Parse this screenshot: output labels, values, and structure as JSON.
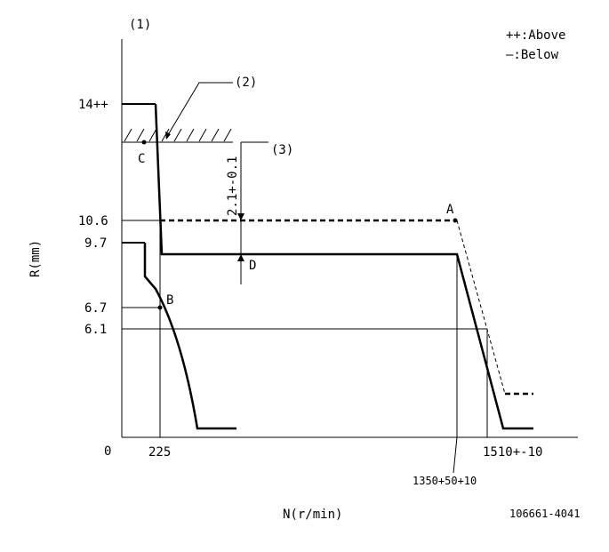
{
  "legend": {
    "above": "++:Above",
    "below": "—:Below"
  },
  "callouts": {
    "c1": "(1)",
    "c2": "(2)",
    "c3": "(3)"
  },
  "axes": {
    "ylabel": "R(mm)",
    "xlabel": "N(r/min)",
    "origin": "0"
  },
  "y_ticks": [
    "14++",
    "10.6",
    "9.7",
    "6.7",
    "6.1"
  ],
  "x_ticks": [
    "225",
    "1350+50+10",
    "1510+-10"
  ],
  "points": {
    "a": "A",
    "b": "B",
    "c": "C",
    "d": "D"
  },
  "dimension": "2.1+-0.1",
  "drawing_number": "106661-4041"
}
